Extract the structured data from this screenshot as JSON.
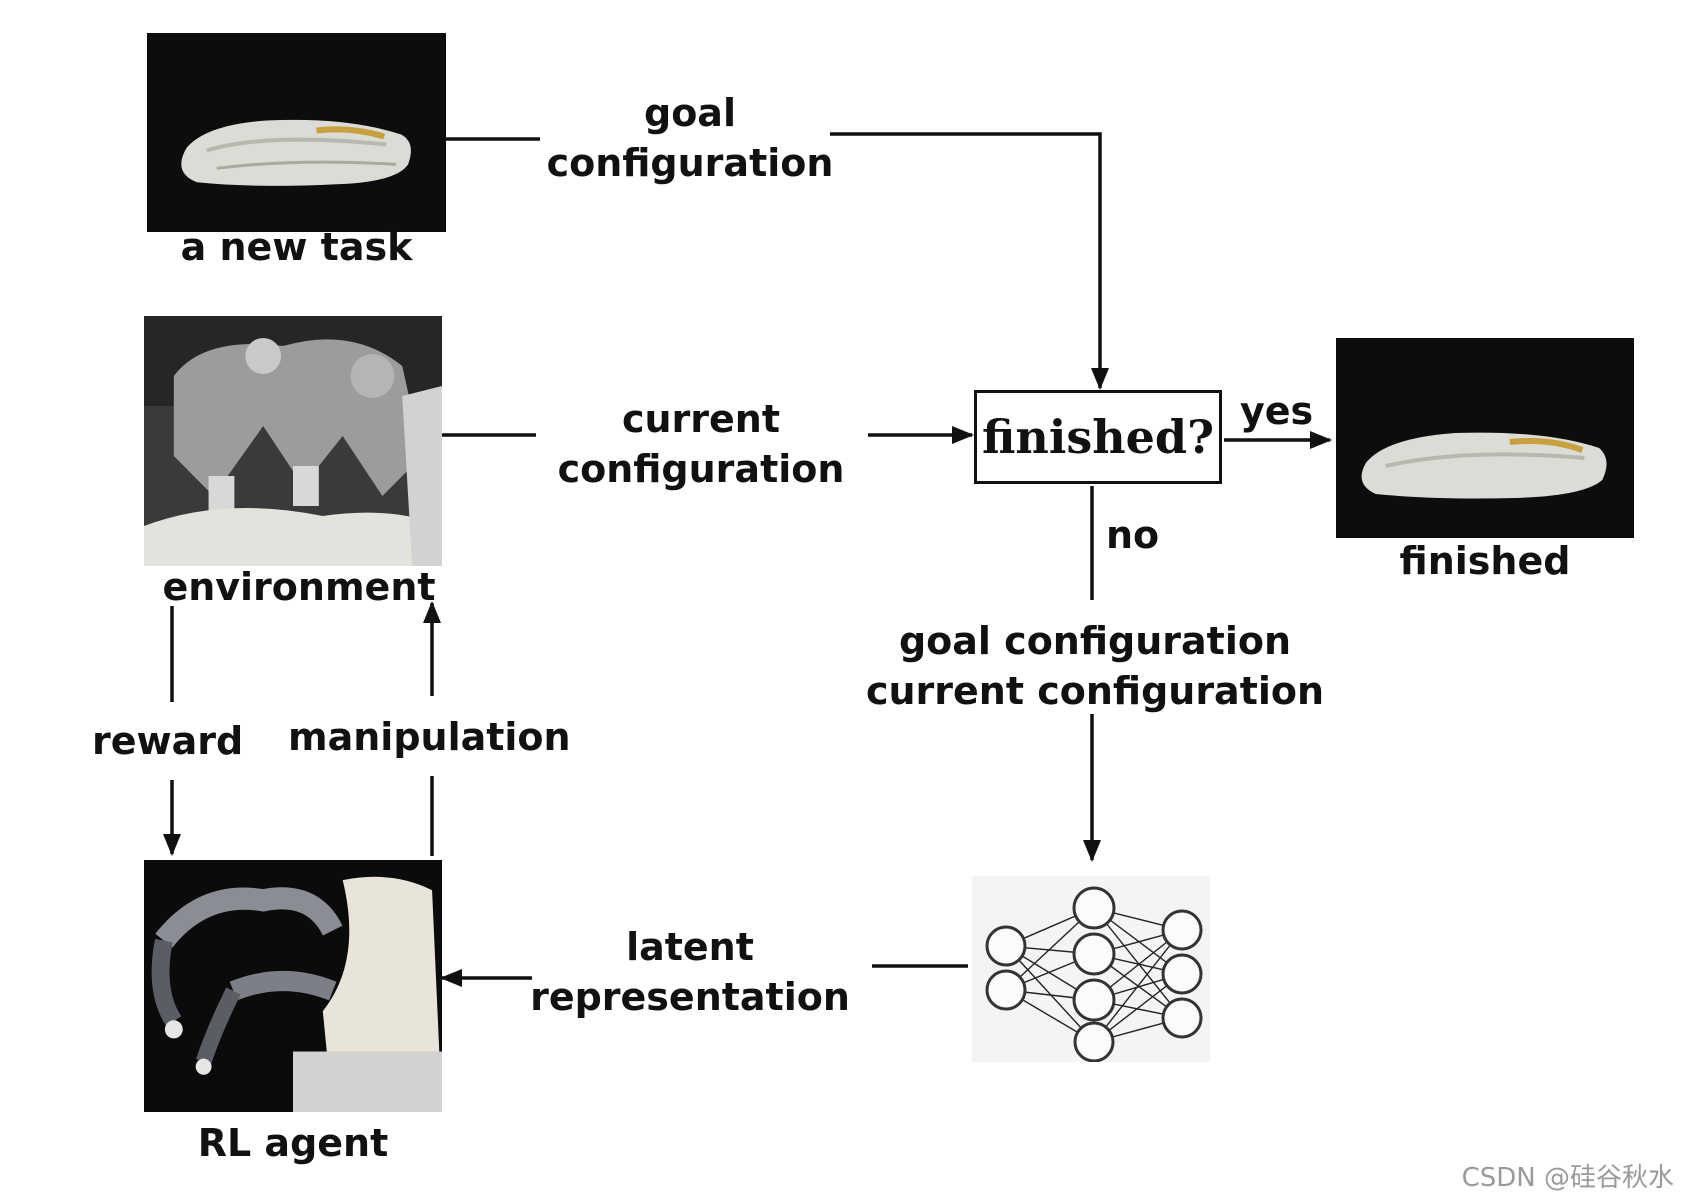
{
  "photos": {
    "new_task_label": "a new task",
    "environment_label": "environment",
    "rl_agent_label": "RL agent",
    "finished_label": "finished"
  },
  "edges": {
    "goal_config": "goal\nconfiguration",
    "current_config": "current\nconfiguration",
    "yes": "yes",
    "no": "no",
    "combined": "goal configuration\ncurrent configuration",
    "reward": "reward",
    "manipulation": "manipulation",
    "latent": "latent\nrepresentation"
  },
  "decision": {
    "label": "finished?"
  },
  "watermark": "CSDN @硅谷秋水"
}
